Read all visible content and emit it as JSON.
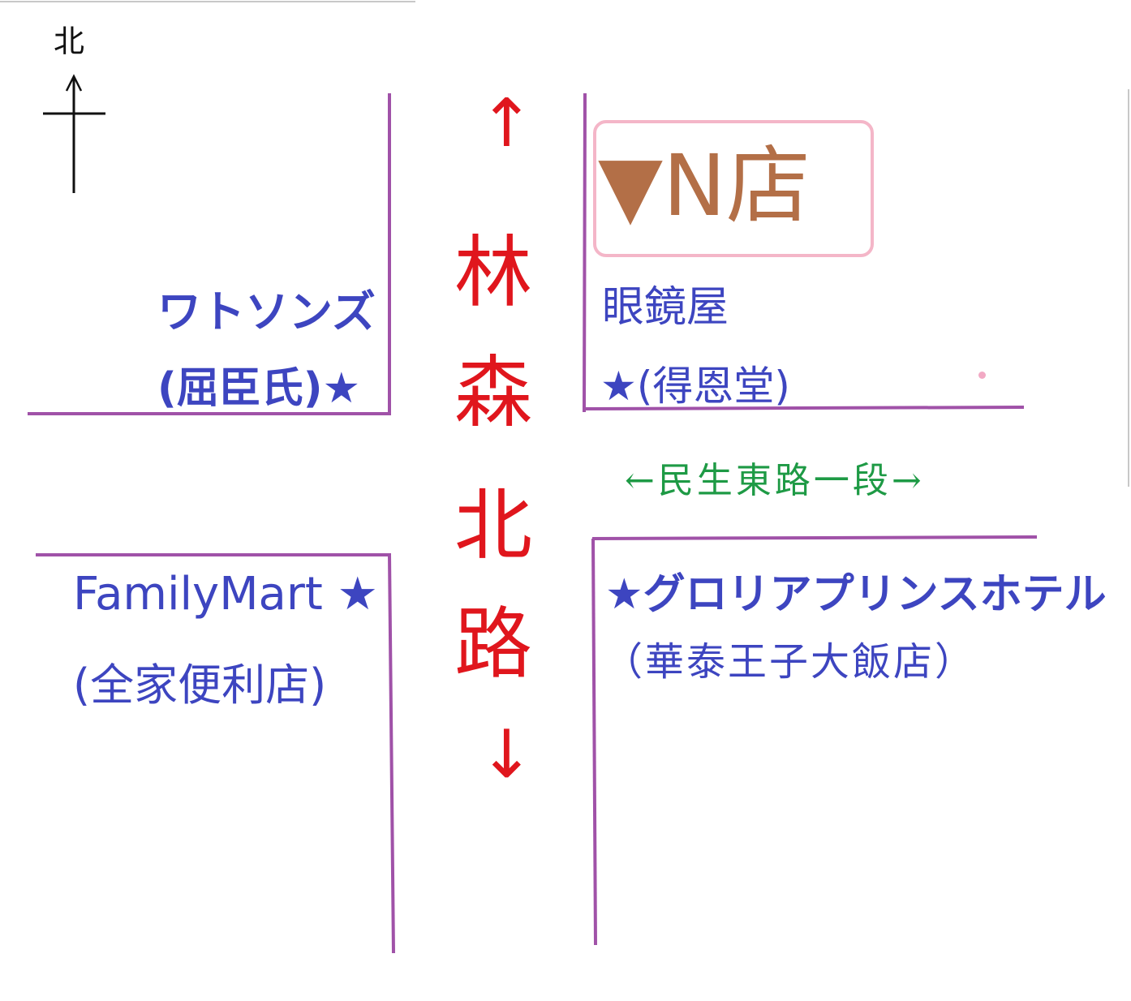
{
  "compass": {
    "label": "北",
    "icon": "north-arrow-icon"
  },
  "streets": {
    "vertical": {
      "name": [
        "林",
        "森",
        "北",
        "路"
      ],
      "arrow_up": "↑",
      "arrow_down": "↓",
      "color": "#e0161d"
    },
    "horizontal": {
      "name": "←民生東路一段→",
      "color": "#1e9a45"
    }
  },
  "shop": {
    "name": "▼N店",
    "type": "眼鏡屋",
    "detail": "★(得恩堂)",
    "border_color": "#f4b6c8",
    "text_color": "#b36f47"
  },
  "landmarks": {
    "watsons": {
      "line1": "ワトソンズ",
      "line2": "(屈臣氏)★"
    },
    "familymart": {
      "line1": "FamilyMart ★",
      "line2": "(全家便利店)"
    },
    "hotel": {
      "line1": "★グロリアプリンスホテル",
      "line2": "（華泰王子大飯店）"
    },
    "color": "#3d45c0"
  },
  "road_color": "#a052a8"
}
